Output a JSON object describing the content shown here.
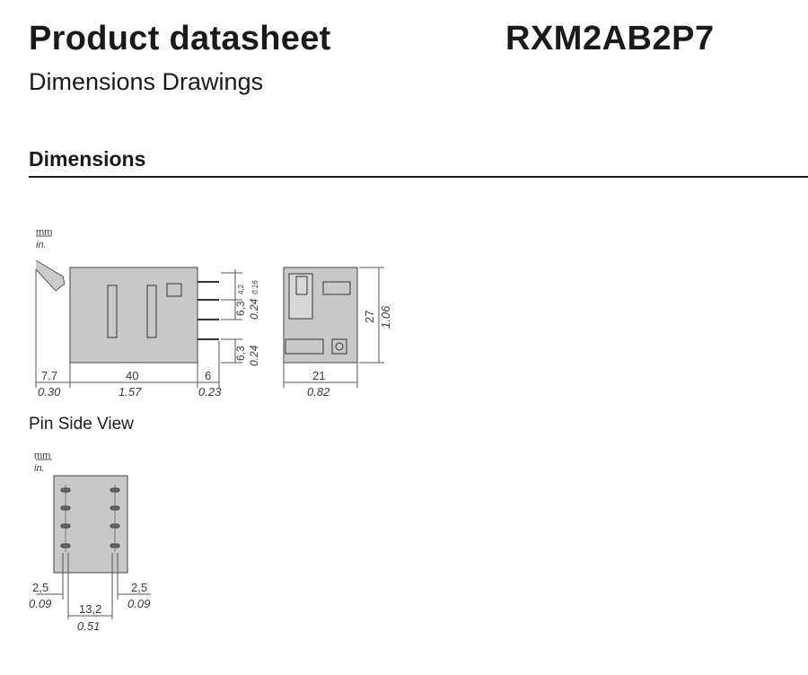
{
  "header": {
    "title": "Product datasheet",
    "subtitle": "Dimensions Drawings",
    "reference": "RXM2AB2P7"
  },
  "section": {
    "heading": "Dimensions"
  },
  "drawing_main": {
    "unit_mm": "mm",
    "unit_in": "in.",
    "dims": {
      "d1_mm": "7.7",
      "d1_in": "0.30",
      "d2_mm": "40",
      "d2_in": "1.57",
      "d3_mm": "6",
      "d3_in": "0.23",
      "d4_mm": "21",
      "d4_in": "0.82",
      "d5_mm": "27",
      "d5_in": "1.06",
      "pitch_mm": "6,3",
      "pitch_in": "0.24",
      "pitch2_mm": "6,3",
      "pitch2_in": "0.24",
      "small_a_mm": "4,2",
      "small_a_in": "0.16"
    }
  },
  "pin_view": {
    "caption": "Pin Side View",
    "unit_mm": "mm",
    "unit_in": "in.",
    "dims": {
      "left_mm": "2,5",
      "left_in": "0.09",
      "mid_mm": "13,2",
      "mid_in": "0.51",
      "right_mm": "2,5",
      "right_in": "0.09"
    }
  }
}
